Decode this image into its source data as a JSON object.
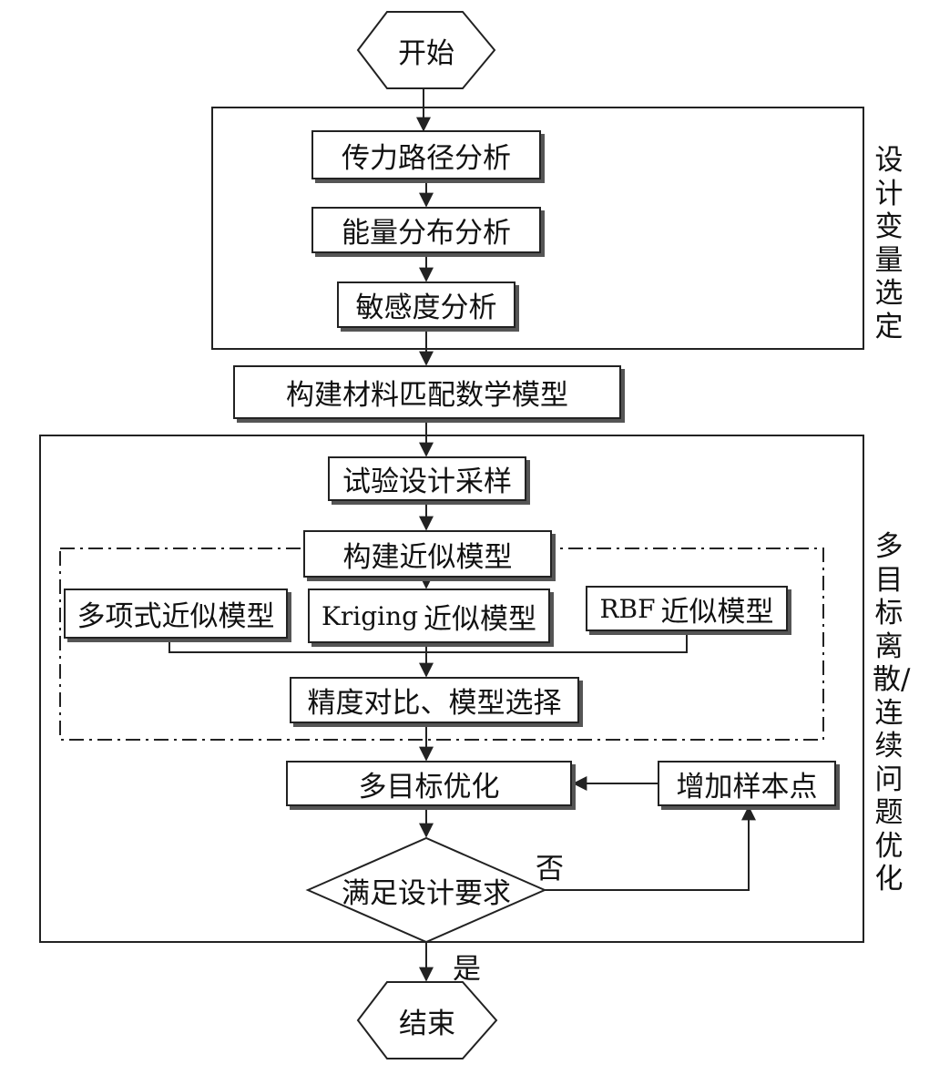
{
  "start": "开始",
  "end": "结束",
  "group1_label": "设计变量选定",
  "group2_label": "多目标离散/连续问题优化",
  "steps": {
    "load_path": "传力路径分析",
    "energy": "能量分布分析",
    "sensitivity": "敏感度分析",
    "material_model": "构建材料匹配数学模型",
    "doe": "试验设计采样",
    "build_approx": "构建近似模型",
    "poly": "多项式近似模型",
    "kriging_prefix": "Kriging",
    "kriging_suffix": "近似模型",
    "rbf_prefix": "RBF",
    "rbf_suffix": "近似模型",
    "compare": "精度对比、模型选择",
    "mo_opt": "多目标优化",
    "add_samples": "增加样本点"
  },
  "decision": {
    "text": "满足设计要求",
    "no": "否",
    "yes": "是"
  }
}
